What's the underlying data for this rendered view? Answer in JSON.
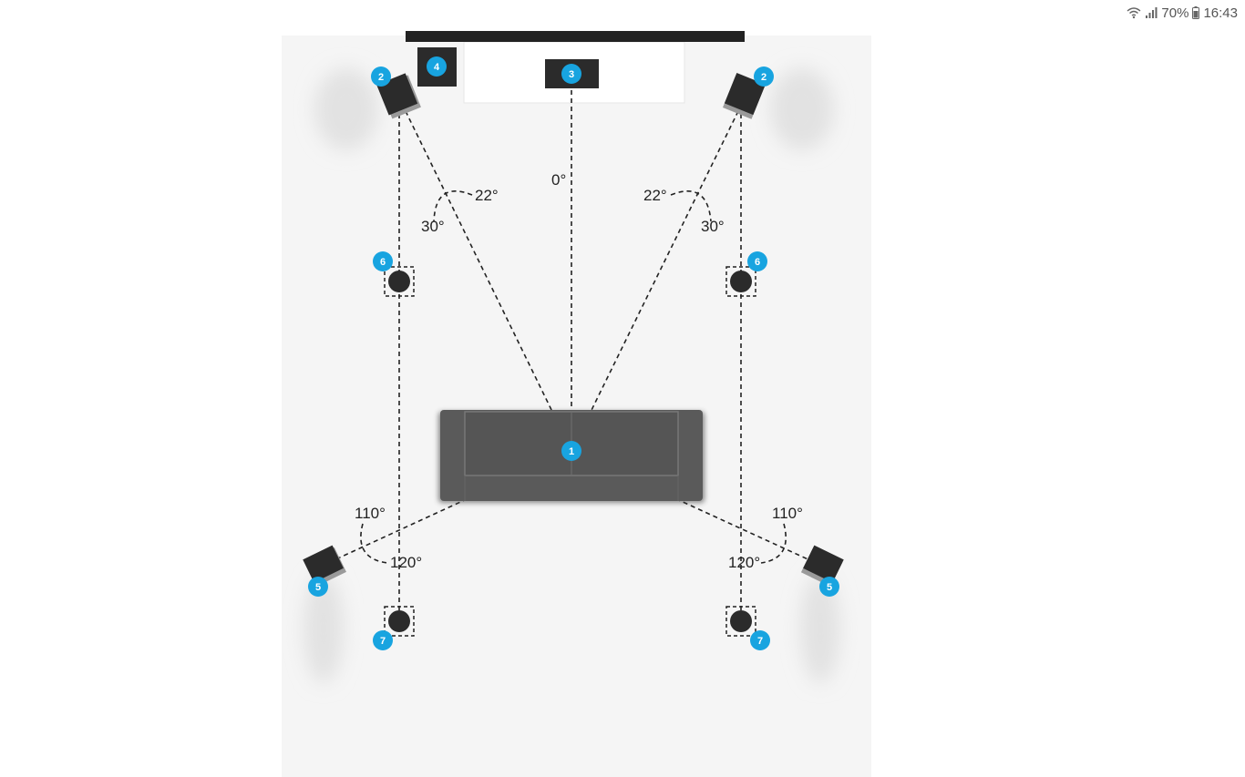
{
  "status_bar": {
    "battery_percent": "70%",
    "time": "16:43",
    "icons": [
      "wifi-icon",
      "signal-icon",
      "battery-icon"
    ]
  },
  "diagram": {
    "colors": {
      "room": "#f5f5f5",
      "speaker": "#2b2b2b",
      "badge": "#18a4e0",
      "sofa": "#5a5a5a",
      "line": "#222222"
    },
    "badges": {
      "listener": "1",
      "front_left": "2",
      "front_right": "2",
      "center": "3",
      "subwoofer": "4",
      "side_left": "6",
      "side_right": "6",
      "surround_left": "5",
      "surround_right": "5",
      "rear_left": "7",
      "rear_right": "7"
    },
    "angles": {
      "center": "0°",
      "front_left_min": "22°",
      "front_left_max": "30°",
      "front_right_min": "22°",
      "front_right_max": "30°",
      "surround_left_min": "110°",
      "surround_left_max": "120°",
      "surround_right_min": "110°",
      "surround_right_max": "120°"
    }
  }
}
